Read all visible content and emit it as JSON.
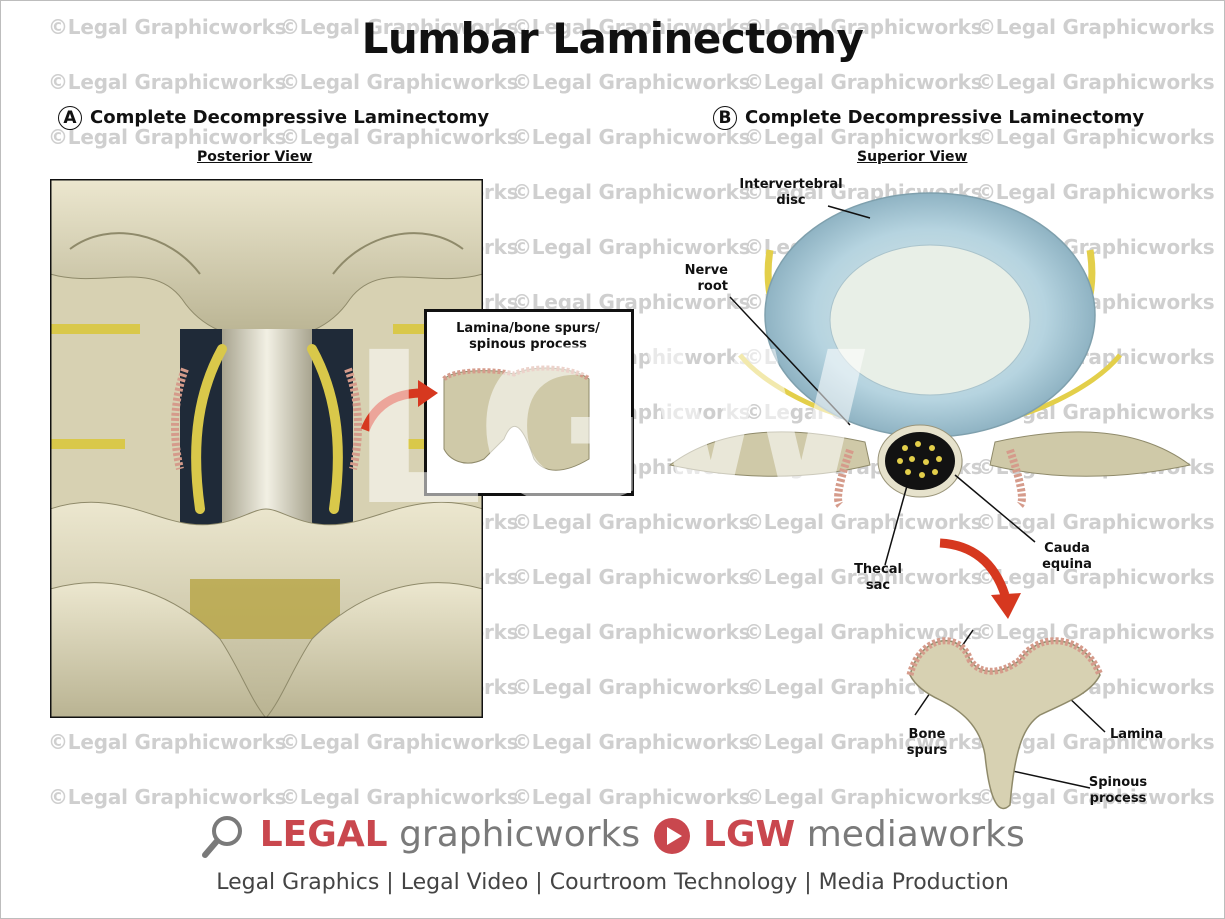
{
  "title": "Lumbar Laminectomy",
  "watermark_text": "©Legal Graphicworks",
  "panel_a": {
    "letter": "A",
    "heading": "Complete Decompressive Laminectomy",
    "view": "Posterior View",
    "inset_label": "Lamina/bone spurs/ spinous process"
  },
  "panel_b": {
    "letter": "B",
    "heading": "Complete Decompressive Laminectomy",
    "view": "Superior View",
    "labels": {
      "intervertebral_disc": [
        "Intervertebral",
        "disc"
      ],
      "nerve_root": [
        "Nerve",
        "root"
      ],
      "thecal_sac": [
        "Thecal",
        "sac"
      ],
      "cauda_equina": [
        "Cauda",
        "equina"
      ],
      "bone_spurs": [
        "Bone",
        "spurs"
      ],
      "lamina": "Lamina",
      "spinous_process": [
        "Spinous",
        "process"
      ]
    }
  },
  "footer": {
    "brand1_bold": "LEGAL",
    "brand1_light": "graphicworks",
    "brand2_bold": "LGW",
    "brand2_light": "mediaworks",
    "tagline": "Legal Graphics | Legal Video | Courtroom Technology | Media Production"
  },
  "logo_watermark": "LGW",
  "colors": {
    "bone": "#d9d3b4",
    "nerve": "#e3cf4a",
    "disc": "#b6d4e0",
    "spur": "#d59b8b",
    "arrow": "#d6381f",
    "brand_red": "#c9474e"
  },
  "icons": [
    "magnifier-icon",
    "play-icon"
  ]
}
